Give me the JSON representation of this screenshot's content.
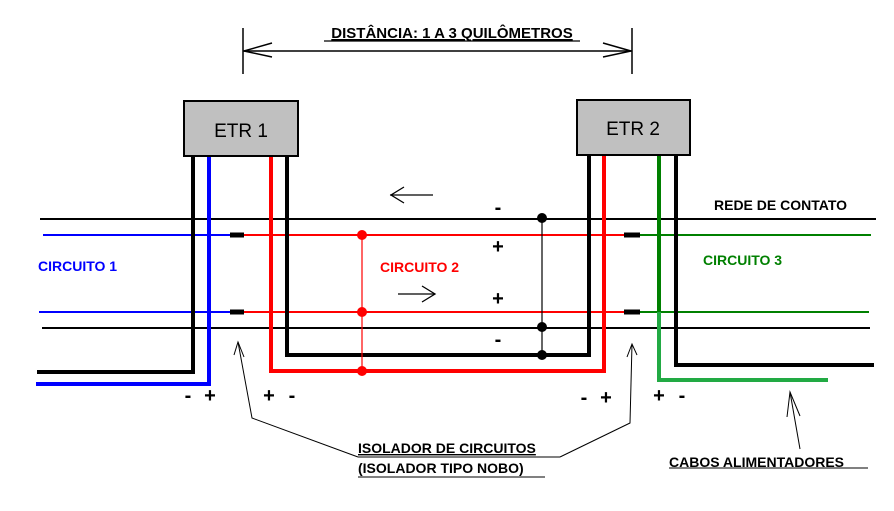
{
  "colors": {
    "contact": "#000000",
    "circuit1": "#0000ff",
    "circuit2": "#ff0000",
    "circuit3": "#008000",
    "feeder3": "#22aa44",
    "box_fill": "#c0c0c0"
  },
  "dimension": {
    "label": "DISTÂNCIA: 1 A 3 QUILÔMETROS"
  },
  "stations": [
    {
      "label": "ETR 1"
    },
    {
      "label": "ETR 2"
    }
  ],
  "labels": {
    "contact_network": "REDE DE CONTATO",
    "circuit1": "CIRCUITO 1",
    "circuit2": "CIRCUITO 2",
    "circuit3": "CIRCUITO 3",
    "insulator_line1": "ISOLADOR DE CIRCUITOS",
    "insulator_line2": "(ISOLADOR TIPO NOBO)",
    "feeders": "CABOS ALIMENTADORES"
  },
  "polarity": {
    "etr1_left": [
      "-",
      "+"
    ],
    "etr1_right": [
      "+",
      "-"
    ],
    "etr2_left": [
      "-",
      "+"
    ],
    "etr2_right": [
      "+",
      "-"
    ],
    "middle": [
      "-",
      "+",
      "+",
      "-"
    ]
  }
}
